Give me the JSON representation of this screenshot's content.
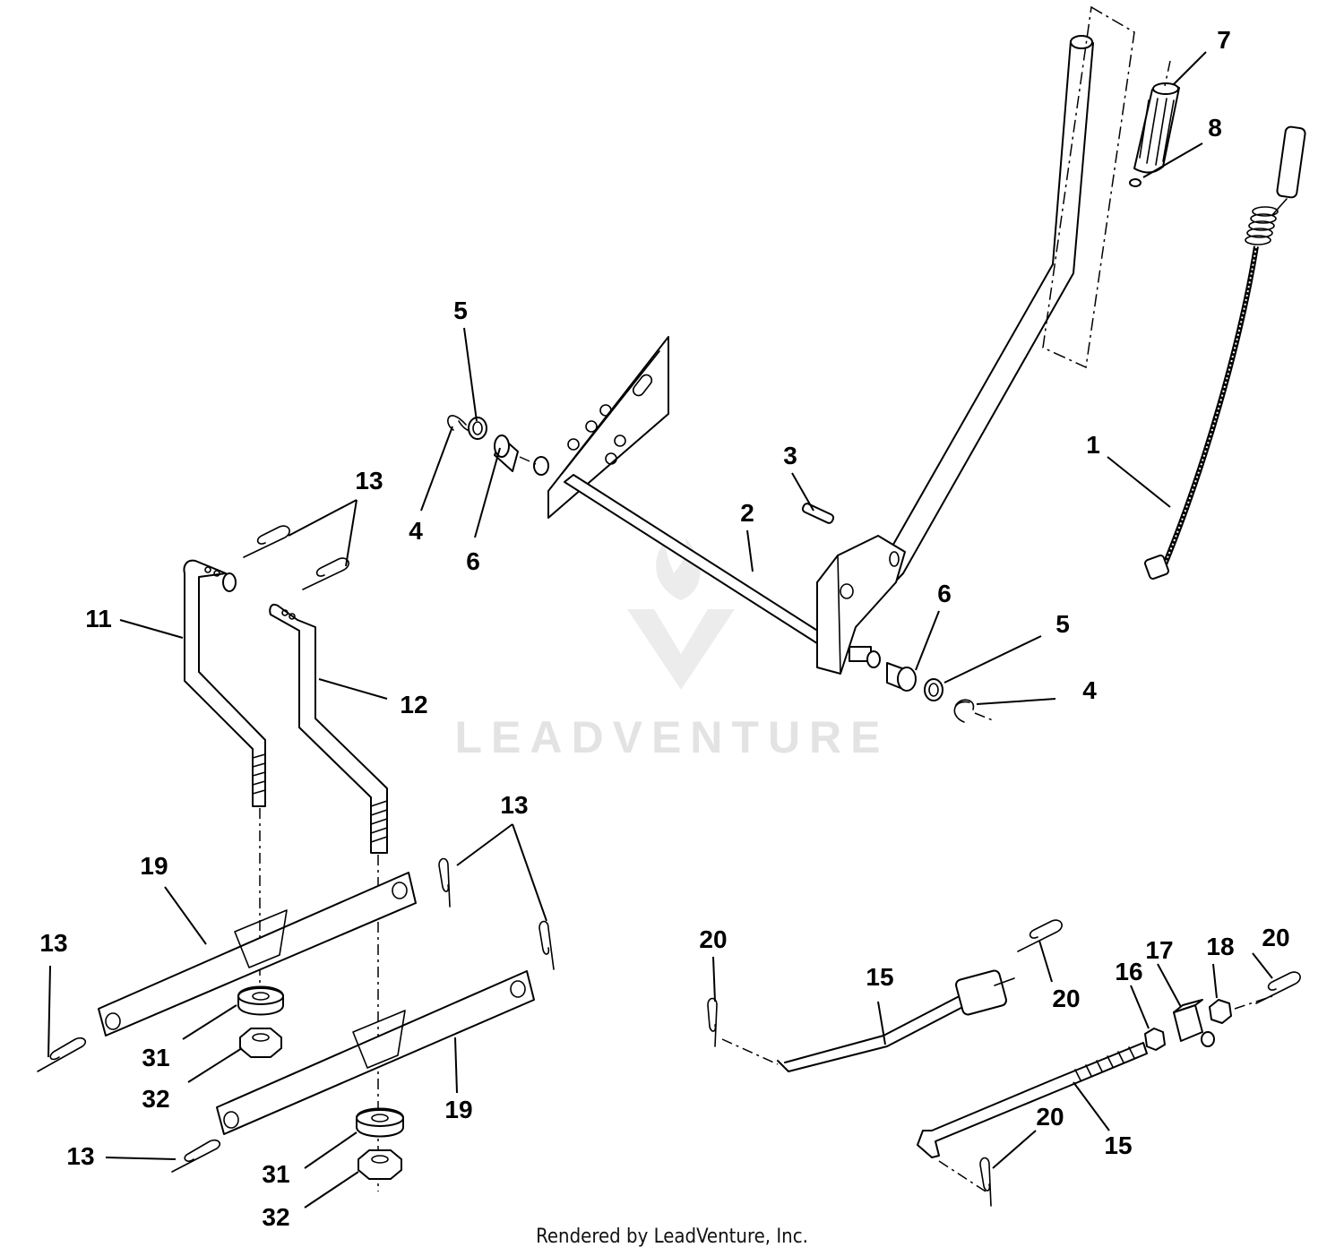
{
  "watermark": {
    "brand": "LEADVENTURE"
  },
  "footer": {
    "text": "Rendered by LeadVenture, Inc."
  },
  "callouts": {
    "c1": "1",
    "c2": "2",
    "c3": "3",
    "c4a": "4",
    "c4b": "4",
    "c5a": "5",
    "c5b": "5",
    "c6a": "6",
    "c6b": "6",
    "c7": "7",
    "c8": "8",
    "c11": "11",
    "c12": "12",
    "c13a": "13",
    "c13b": "13",
    "c13c": "13",
    "c13d": "13",
    "c15a": "15",
    "c15b": "15",
    "c16": "16",
    "c17": "17",
    "c18": "18",
    "c19a": "19",
    "c19b": "19",
    "c20a": "20",
    "c20b": "20",
    "c20c": "20",
    "c20d": "20",
    "c31a": "31",
    "c31b": "31",
    "c32a": "32",
    "c32b": "32"
  }
}
